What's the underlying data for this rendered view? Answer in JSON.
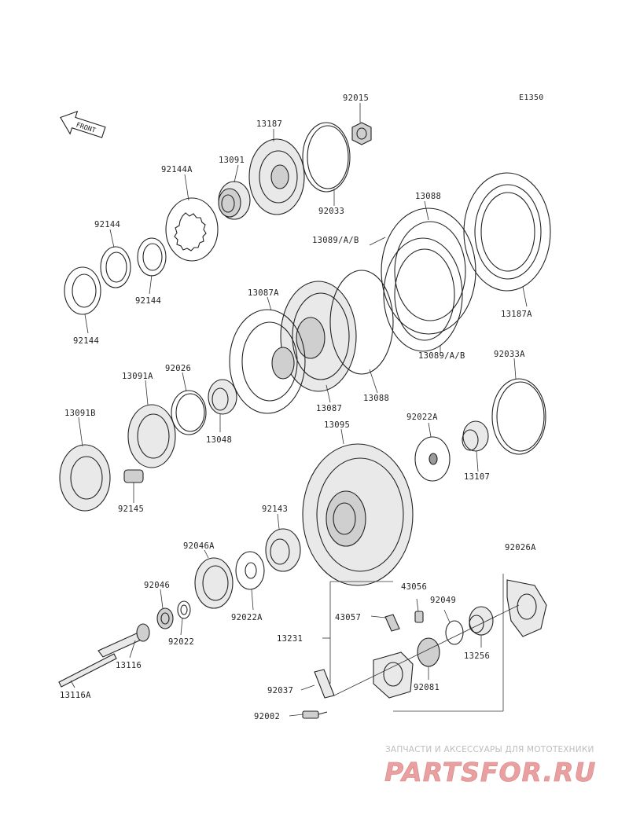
{
  "ref_code": "E1350",
  "front_arrow": "FRONT",
  "parts": [
    "92015",
    "13187",
    "92033",
    "13091",
    "92144A",
    "92144",
    "92144",
    "92144",
    "13088",
    "13089/A/B",
    "13089/A/B",
    "13187A",
    "13087A",
    "13087",
    "13088",
    "92026",
    "13091A",
    "13048",
    "13091B",
    "92145",
    "13095",
    "92022A",
    "92033A",
    "13107",
    "92143",
    "92046A",
    "92046",
    "92022",
    "92022A",
    "13116",
    "13116A",
    "92026A",
    "43056",
    "92049",
    "43057",
    "13231",
    "13256",
    "92037",
    "92081",
    "92002"
  ],
  "watermark": {
    "subtitle": "ЗАПЧАСТИ И АКСЕССУАРЫ ДЛЯ МОТОТЕХНИКИ",
    "logo": "PARTSFOR.RU",
    "color": "#e8a0a0"
  }
}
